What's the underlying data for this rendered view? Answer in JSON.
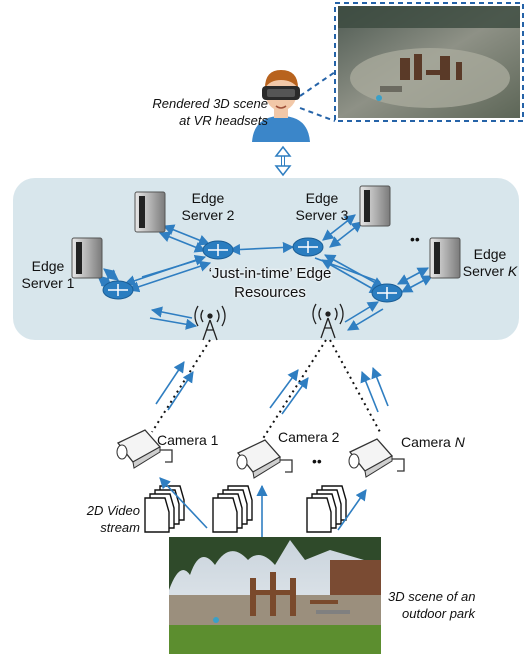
{
  "vr": {
    "caption_line1": "Rendered 3D scene",
    "caption_line2": "at VR headsets"
  },
  "edge": {
    "servers": [
      {
        "line1": "Edge",
        "line2": "Server 1",
        "index_italic": ""
      },
      {
        "line1": "Edge",
        "line2": "Server 2",
        "index_italic": ""
      },
      {
        "line1": "Edge",
        "line2": "Server 3",
        "index_italic": ""
      },
      {
        "line1": "Edge",
        "line2": "Server ",
        "index_italic": "K"
      }
    ],
    "resources_line1": "‘Just-in-time’ Edge",
    "resources_line2": "Resources",
    "ellipsis": "••"
  },
  "cameras": [
    {
      "label": "Camera 1",
      "index_italic": ""
    },
    {
      "label": "Camera 2",
      "index_italic": ""
    },
    {
      "label": "Camera ",
      "index_italic": "N"
    }
  ],
  "camera_ellipsis": "••",
  "stream": {
    "caption_line1": "2D Video",
    "caption_line2": "stream"
  },
  "scene": {
    "caption_line1": "3D scene of an",
    "caption_line2": "outdoor park"
  },
  "colors": {
    "edge_panel": "#d8e6ec",
    "arrow_blue": "#2f7ec1",
    "router_blue": "#2a7dc0",
    "dash_blue": "#2563a8"
  }
}
